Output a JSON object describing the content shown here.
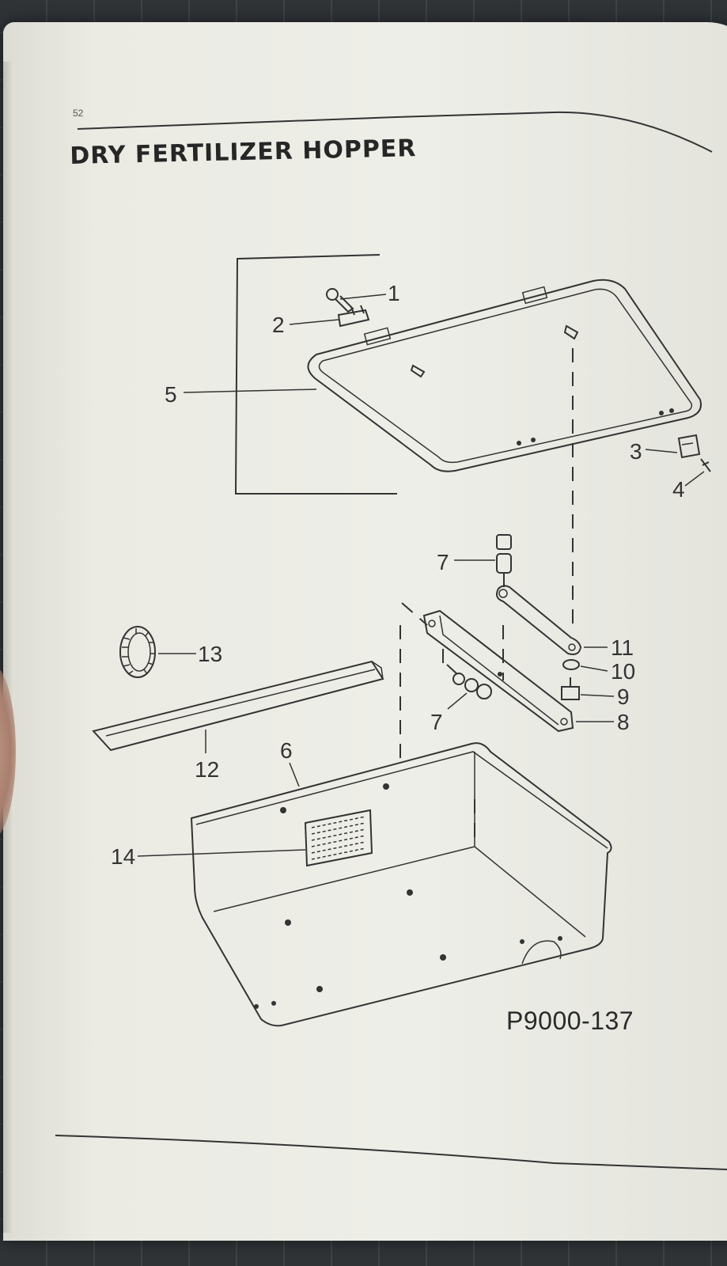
{
  "page_number": "52",
  "title": "DRY FERTILIZER HOPPER",
  "figure_code": "P9000-137",
  "callouts": {
    "c1": "1",
    "c2": "2",
    "c3": "3",
    "c4": "4",
    "c5": "5",
    "c6": "6",
    "c7a": "7",
    "c7b": "7",
    "c8": "8",
    "c9": "9",
    "c10": "10",
    "c11": "11",
    "c12": "12",
    "c13": "13",
    "c14": "14"
  },
  "parts": [
    "lid-knob",
    "hinge-bracket",
    "latch-bracket",
    "latch-screw",
    "hopper-lid",
    "hopper-body",
    "bolt-nut-set",
    "support-bar",
    "mounting-bolt",
    "washer",
    "lid-stay-link",
    "angle-bracket",
    "seal-ring",
    "decal"
  ]
}
